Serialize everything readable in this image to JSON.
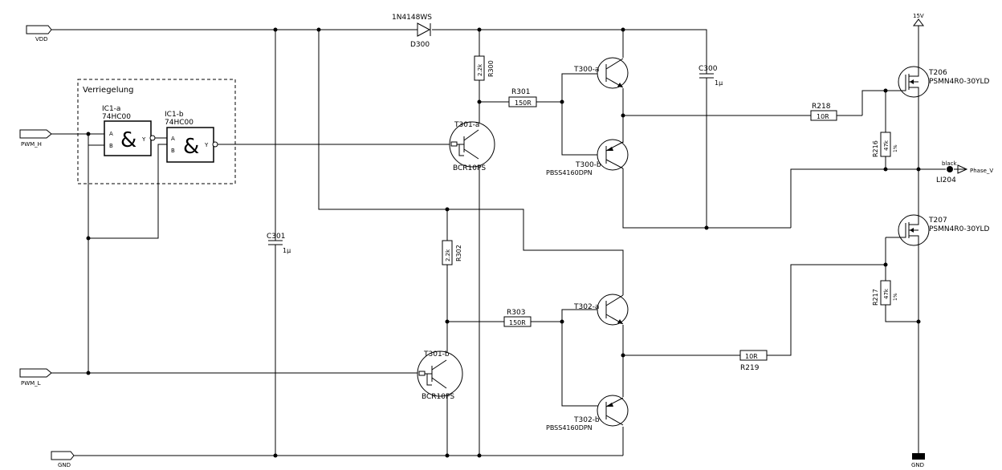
{
  "ports": {
    "vdd": "VDD",
    "pwm_h": "PWM_H",
    "pwm_l": "PWM_L",
    "gnd_left": "GND",
    "supply_15v": "15V",
    "gnd_right": "GND",
    "phase": "Phase_V"
  },
  "interlock": {
    "label": "Verriegelung",
    "gate_a": {
      "ref": "IC1-a",
      "value": "74HC00",
      "symbol": "&",
      "pin_a": "A",
      "pin_b": "B",
      "pin_y": "Y"
    },
    "gate_b": {
      "ref": "IC1-b",
      "value": "74HC00",
      "symbol": "&",
      "pin_a": "A",
      "pin_b": "B",
      "pin_y": "Y"
    }
  },
  "diode": {
    "ref": "D300",
    "value": "1N4148WS"
  },
  "resistors": {
    "r300": {
      "ref": "R300",
      "value": "2.2k"
    },
    "r301": {
      "ref": "R301",
      "value": "150R"
    },
    "r302": {
      "ref": "R302",
      "value": "2.2k"
    },
    "r303": {
      "ref": "R303",
      "value": "150R"
    },
    "r218": {
      "ref": "R218",
      "value": "10R"
    },
    "r219": {
      "ref": "R219",
      "value": "10R"
    },
    "r216": {
      "ref": "R216",
      "value": "47k",
      "tol": "1%"
    },
    "r217": {
      "ref": "R217",
      "value": "47k",
      "tol": "1%"
    }
  },
  "capacitors": {
    "c300": {
      "ref": "C300",
      "value": "1µ"
    },
    "c301": {
      "ref": "C301",
      "value": "1µ"
    }
  },
  "transistors": {
    "t300a": {
      "ref": "T300-a"
    },
    "t300b": {
      "ref": "T300-b",
      "value": "PBSS4160DPN"
    },
    "t302a": {
      "ref": "T302-a"
    },
    "t302b": {
      "ref": "T302-b",
      "value": "PBSS4160DPN"
    },
    "t301a": {
      "ref": "T301-a",
      "value": "BCR10PS"
    },
    "t301b": {
      "ref": "T301-b",
      "value": "BCR10PS"
    },
    "t206": {
      "ref": "T206",
      "value": "PSMN4R0-30YLD"
    },
    "t207": {
      "ref": "T207",
      "value": "PSMN4R0-30YLD"
    }
  },
  "testpoint": {
    "ref": "LI204",
    "value": "black"
  }
}
